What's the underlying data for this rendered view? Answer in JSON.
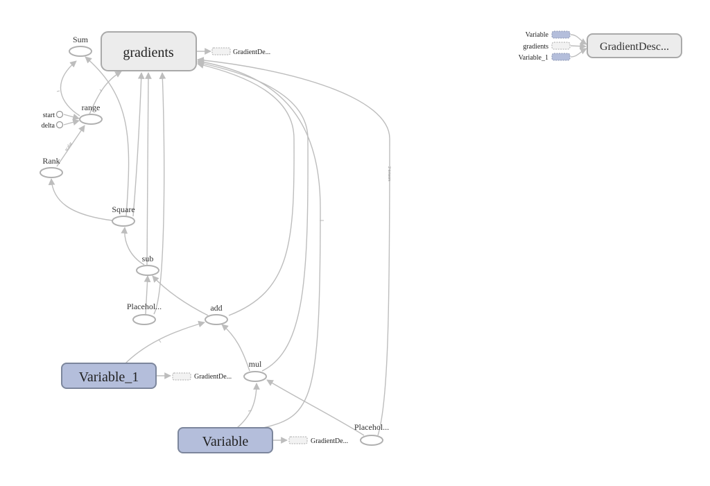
{
  "nodes": {
    "gradients": "gradients",
    "sum": "Sum",
    "range": "range",
    "start": "start",
    "delta": "delta",
    "rank": "Rank",
    "square": "Square",
    "sub": "sub",
    "placeholder_1": "Placehol...",
    "add": "add",
    "mul": "mul",
    "placeholder_2": "Placehol...",
    "variable_1": "Variable_1",
    "variable": "Variable",
    "gradient_descent": "GradientDesc..."
  },
  "stubs": {
    "gradients_out": "GradientDe...",
    "variable_1_out": "GradientDe...",
    "variable_out": "GradientDe..."
  },
  "inputs_panel": {
    "variable": "Variable",
    "gradients": "gradients",
    "variable_1": "Variable_1"
  },
  "edge_labels": {
    "scalar": "scalar",
    "two_tensors": "2 tensors"
  },
  "colors": {
    "meta_fill": "#ececec",
    "variable_fill": "#b4bedb",
    "edge": "#bdbdbd"
  }
}
